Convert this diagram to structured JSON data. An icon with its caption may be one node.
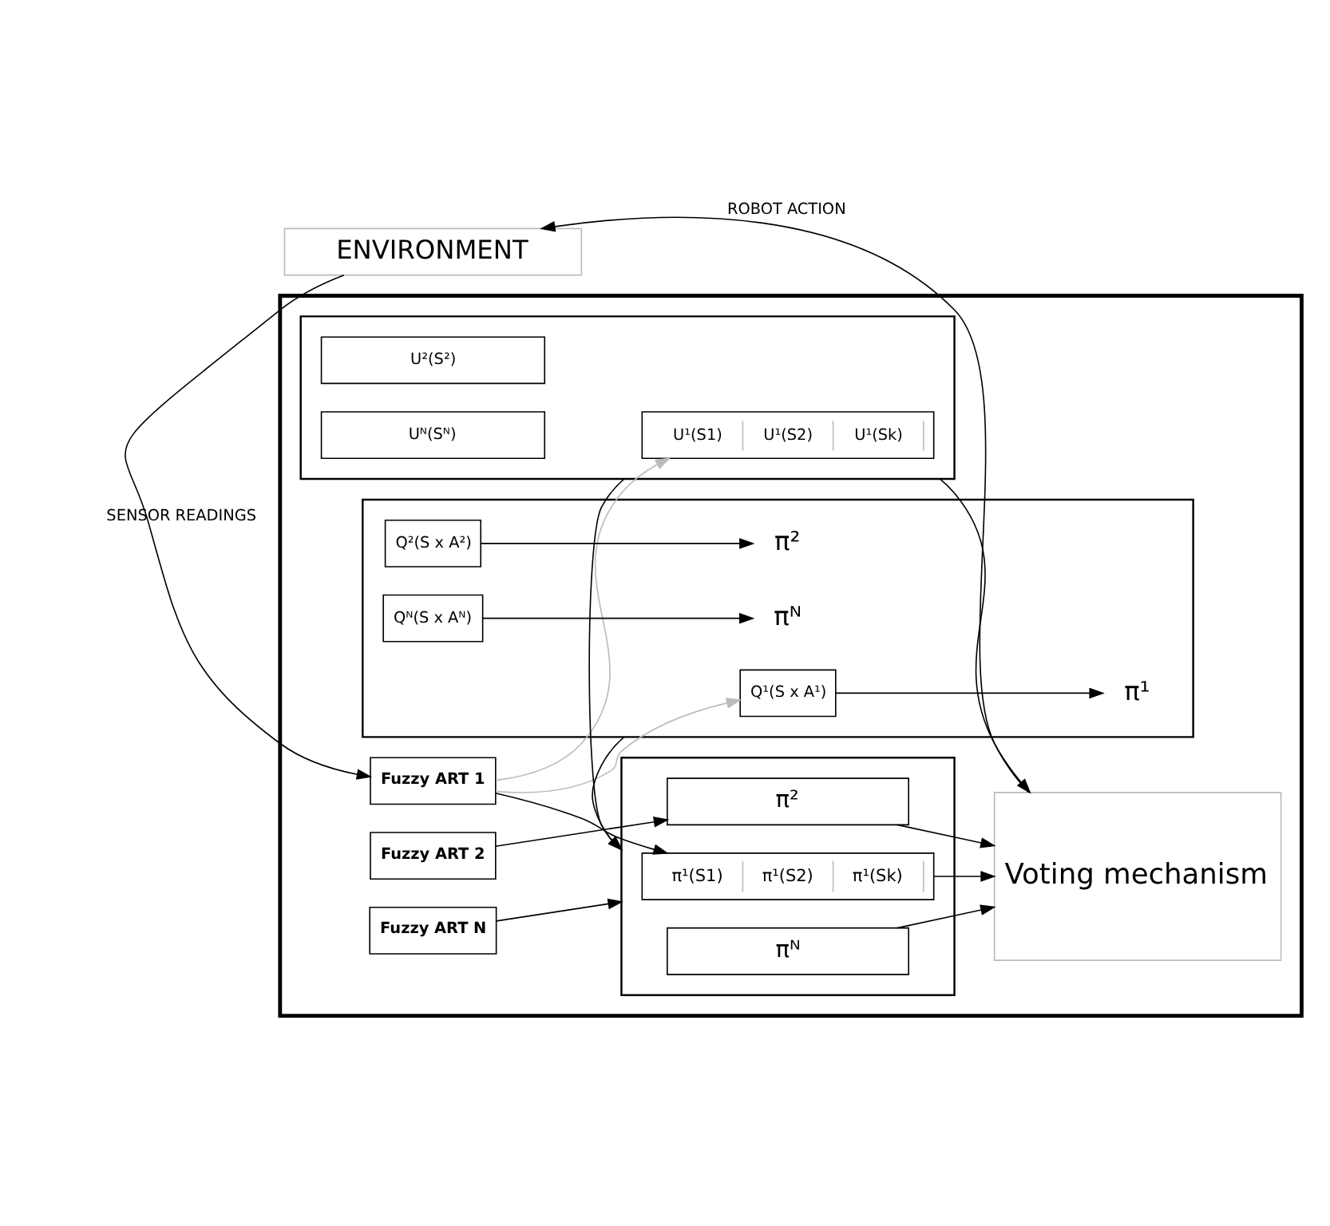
{
  "diagram": {
    "nodes": [
      {
        "text": [],
        "shape": "box"
      },
      {
        "text": [],
        "shape": "box",
        "in": 0
      },
      {
        "text": [
          "π¹(S1)",
          "π¹(S2)",
          "π¹(Sk)"
        ],
        "in": 1
      },
      {
        "text": [
          "π²"
        ],
        "in": 1
      },
      {
        "text": [
          "πᴺ"
        ],
        "in": 1
      },
      {
        "text": [
          "Fuzzy ART 1"
        ],
        "in": 0
      },
      {
        "text": [
          "Fuzzy ART 2"
        ],
        "in": 0
      },
      {
        "text": [
          "Fuzzy ART N"
        ],
        "in": 0
      },
      {
        "text": [
          "Voting mechanism"
        ],
        "in": 0
      },
      {
        "text": [],
        "shape": "box",
        "in": 0
      },
      {
        "text": [
          "Q¹(S x A¹)"
        ],
        "in": 9
      },
      {
        "text": [
          "π¹"
        ],
        "in": 9
      },
      {
        "text": [
          "Q²(S x A²)"
        ],
        "in": 9
      },
      {
        "text": [
          "π²"
        ],
        "in": 9
      },
      {
        "text": [
          "Qᴺ(S x Aᴺ)"
        ],
        "in": 9
      },
      {
        "text": [
          "πᴺ"
        ],
        "in": 9
      },
      {
        "text": [],
        "shape": "box",
        "in": 0
      },
      {
        "text": [
          "U¹(S1)",
          "U¹(S2)",
          "U¹(Sk)"
        ],
        "in": 16
      },
      {
        "text": [
          "U²(S²)"
        ],
        "in": 16
      },
      {
        "text": [
          "Uᴺ(Sᴺ)"
        ],
        "in": 16
      },
      {
        "text": [
          "ENVIRONMENT"
        ]
      }
    ],
    "edges": [
      {
        "from": 20,
        "to": 5,
        "arrow": "to",
        "label": "SENSOR READINGS"
      },
      {
        "from": 5,
        "to": 2,
        "arrow": "to"
      },
      {
        "from": 6,
        "to": 3,
        "arrow": "to"
      },
      {
        "from": 7,
        "to": 1,
        "arrow": "to"
      },
      {
        "from": 2,
        "to": 8,
        "arrow": "to"
      },
      {
        "from": 3,
        "to": 8,
        "arrow": "to"
      },
      {
        "from": 4,
        "to": 8,
        "arrow": "to"
      },
      {
        "from": 8,
        "to": 20,
        "arrow": "to",
        "label": "ROBOT ACTION"
      },
      {
        "from": 5,
        "to": 10,
        "arrow": "to",
        "color": "#bbbbbb"
      },
      {
        "from": 5,
        "to": 17,
        "arrow": "to",
        "color": "#bbbbbb"
      },
      {
        "from": 9,
        "to": 1,
        "arrow": "to"
      },
      {
        "from": 16,
        "to": 1,
        "arrow": "to"
      },
      {
        "from": 16,
        "to": 8,
        "arrow": "to"
      },
      {
        "from": 10,
        "to": 11,
        "arrow": "to"
      },
      {
        "from": 12,
        "to": 13,
        "arrow": "to"
      },
      {
        "from": 14,
        "to": 15,
        "arrow": "to"
      }
    ]
  }
}
